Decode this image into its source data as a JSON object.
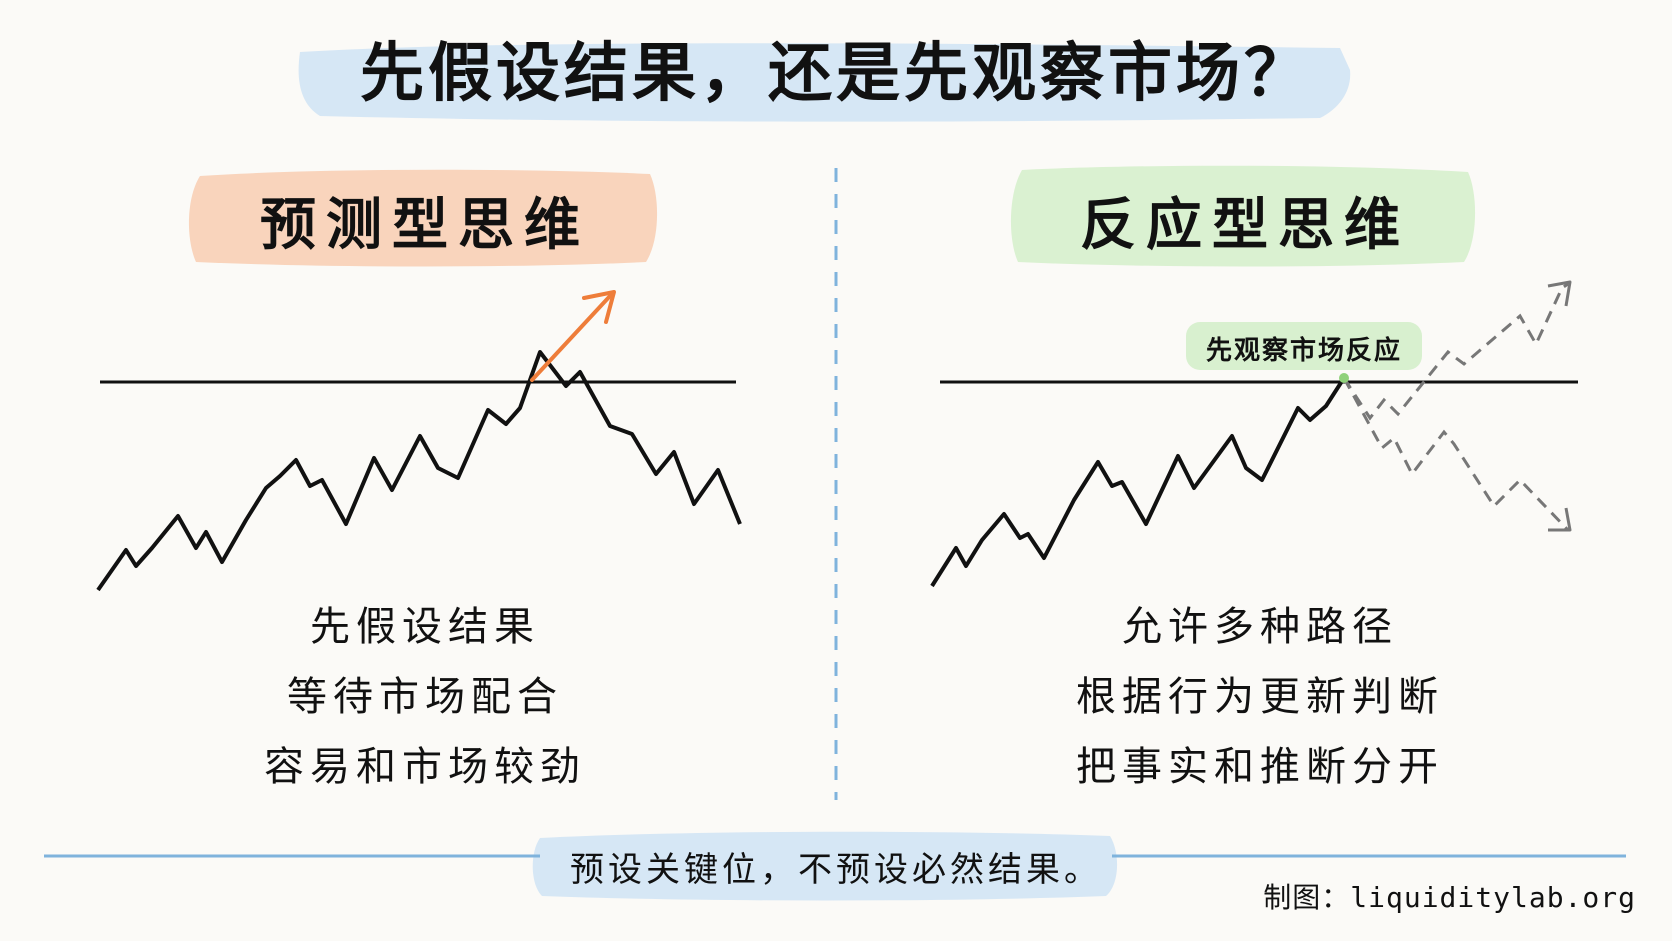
{
  "title": "先假设结果，还是先观察市场？",
  "left": {
    "heading": "预测型思维",
    "bullets": [
      "先假设结果",
      "等待市场配合",
      "容易和市场较劲"
    ]
  },
  "right": {
    "heading": "反应型思维",
    "tag": "先观察市场反应",
    "bullets": [
      "允许多种路径",
      "根据行为更新判断",
      "把事实和推断分开"
    ]
  },
  "footer": "预设关键位，不预设必然结果。",
  "credit": "制图：liquiditylab.org",
  "colors": {
    "title_highlight": "#cfe3f5",
    "left_highlight": "#f8cfb5",
    "right_highlight": "#d6efcc",
    "forecast_arrow": "#ee7d3a",
    "dashed_paths": "#777777",
    "divider": "#7fb3dc"
  }
}
